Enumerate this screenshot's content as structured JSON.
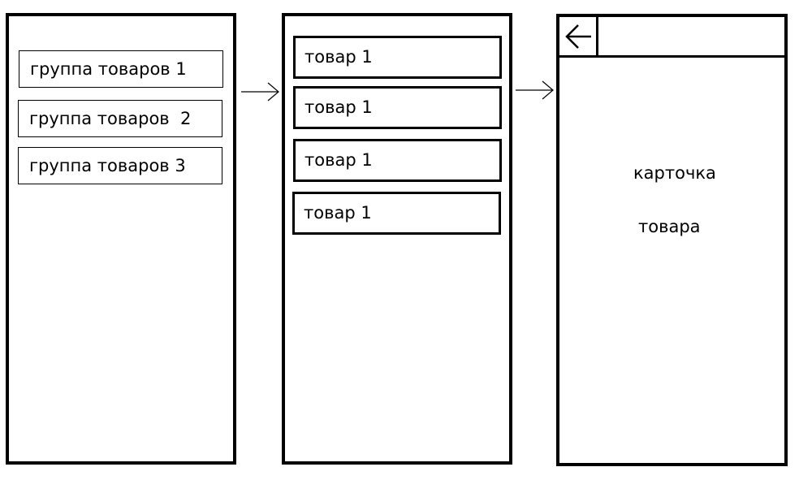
{
  "screen_groups": {
    "items": [
      "группа товаров 1",
      "группа товаров  2",
      "группа товаров 3"
    ]
  },
  "screen_products": {
    "items": [
      "товар 1",
      "товар 1",
      "товар 1",
      "товар 1"
    ]
  },
  "screen_card": {
    "back_icon": "arrow-left-icon",
    "text_line1": "карточка",
    "text_line2": "товара"
  },
  "flow_arrows": [
    "arrow-right-icon",
    "arrow-right-icon"
  ]
}
